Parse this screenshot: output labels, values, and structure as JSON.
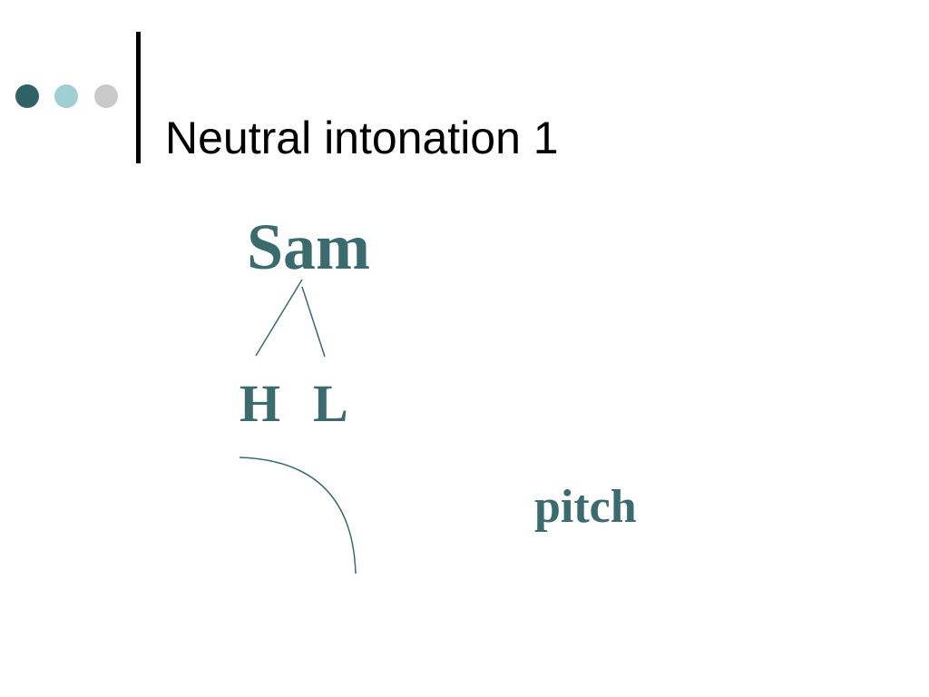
{
  "slide": {
    "title": "Neutral intonation 1"
  },
  "diagram": {
    "word": "Sam",
    "tones": {
      "high": "H",
      "low": "L"
    },
    "contour_label": "pitch"
  },
  "colors": {
    "dot_dark": "#2f6266",
    "dot_light": "#9fcfd3",
    "dot_gray": "#c9c9c9",
    "title_rule": "#000000",
    "accent_text": "#3a6b6e",
    "line": "#3a6b6e"
  }
}
